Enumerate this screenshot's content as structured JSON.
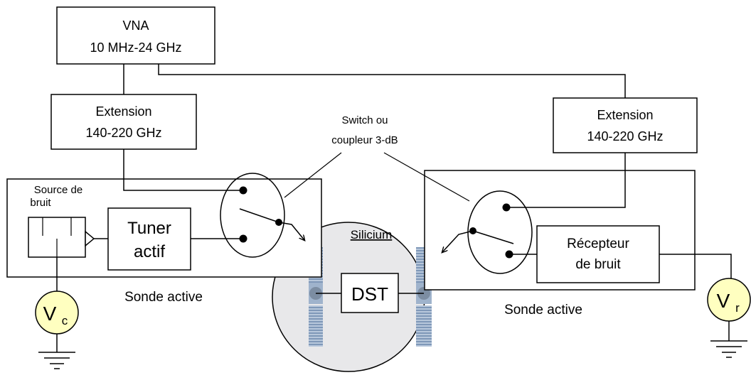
{
  "vna": {
    "line1": "VNA",
    "line2": "10 MHz-24 GHz"
  },
  "extension_left": {
    "line1": "Extension",
    "line2": "140-220 GHz"
  },
  "extension_right": {
    "line1": "Extension",
    "line2": "140-220 GHz"
  },
  "switch_label": {
    "line1": "Switch ou",
    "line2": "coupleur 3-dB"
  },
  "noise_source": {
    "line1": "Source de",
    "line2": "bruit"
  },
  "tuner": {
    "line1": "Tuner",
    "line2": "actif"
  },
  "receiver": {
    "line1": "Récepteur",
    "line2": "de bruit"
  },
  "wafer_label": "Silicium",
  "dut_label": "DST",
  "probe_left_label": "Sonde active",
  "probe_right_label": "Sonde active",
  "voltage_left": {
    "symbol": "V",
    "subscript": "c"
  },
  "voltage_right": {
    "symbol": "V",
    "subscript": "r"
  },
  "colors": {
    "voltmeter_fill": "#ffffc0",
    "wafer_fill": "#e8e8ea",
    "pad_color": "#8aa6c8"
  }
}
